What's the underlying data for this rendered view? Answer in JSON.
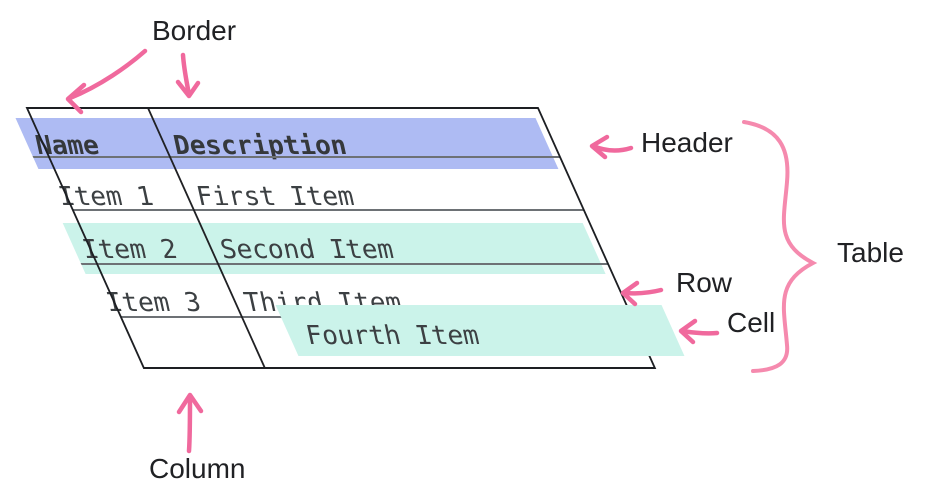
{
  "table": {
    "headers": [
      "Name",
      "Description"
    ],
    "rows": [
      [
        "Item 1",
        "First Item"
      ],
      [
        "Item 2",
        "Second Item"
      ],
      [
        "Item 3",
        "Third Item"
      ],
      [
        "",
        "Fourth Item"
      ]
    ]
  },
  "labels": {
    "border": "Border",
    "header": "Header",
    "table": "Table",
    "row": "Row",
    "cell": "Cell",
    "column": "Column"
  },
  "colors": {
    "header_highlight": "#AEBBF3",
    "row_highlight": "#CBF3EA",
    "cell_highlight": "#CBF3EA",
    "arrow_pink": "#F0699D",
    "brace_pink": "#F58AAE",
    "table_text": "#3c4043",
    "border_line": "#1d1f23",
    "row_line": "#6d7175",
    "label_text": "#202124"
  }
}
